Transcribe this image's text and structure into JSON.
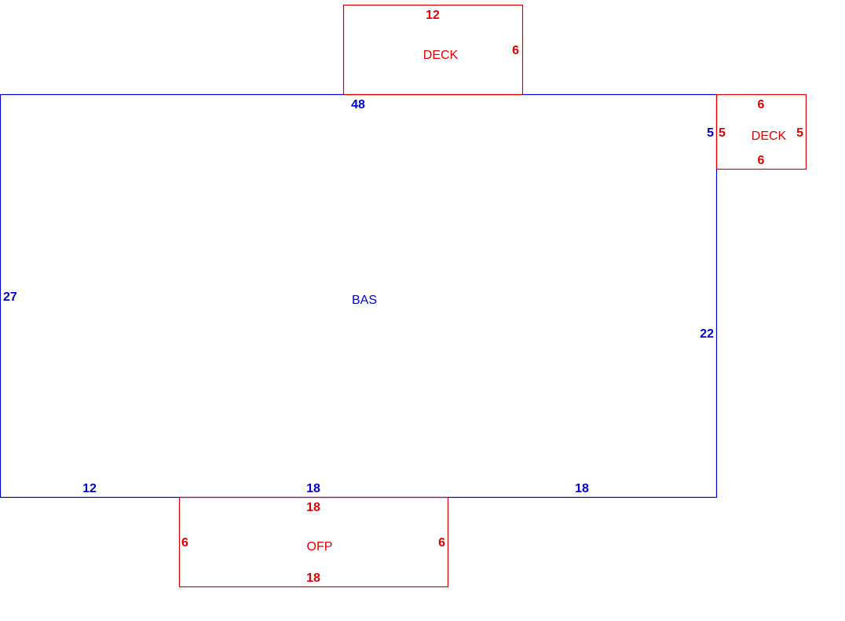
{
  "colors": {
    "main_structure": "#0000cc",
    "additions": "#dd0000",
    "background": "#ffffff"
  },
  "areas": {
    "bas": {
      "label": "BAS",
      "dims": {
        "top": "48",
        "left": "27",
        "right_lower": "22",
        "right_upper": "5",
        "bottom_left": "12",
        "bottom_mid": "18",
        "bottom_right": "18"
      }
    },
    "deck_top": {
      "label": "DECK",
      "dims": {
        "top": "12",
        "right": "6"
      }
    },
    "deck_right": {
      "label": "DECK",
      "dims": {
        "top": "6",
        "bottom": "6",
        "left": "5",
        "right": "5"
      }
    },
    "ofp": {
      "label": "OFP",
      "dims": {
        "top": "18",
        "bottom": "18",
        "left": "6",
        "right": "6"
      }
    }
  }
}
